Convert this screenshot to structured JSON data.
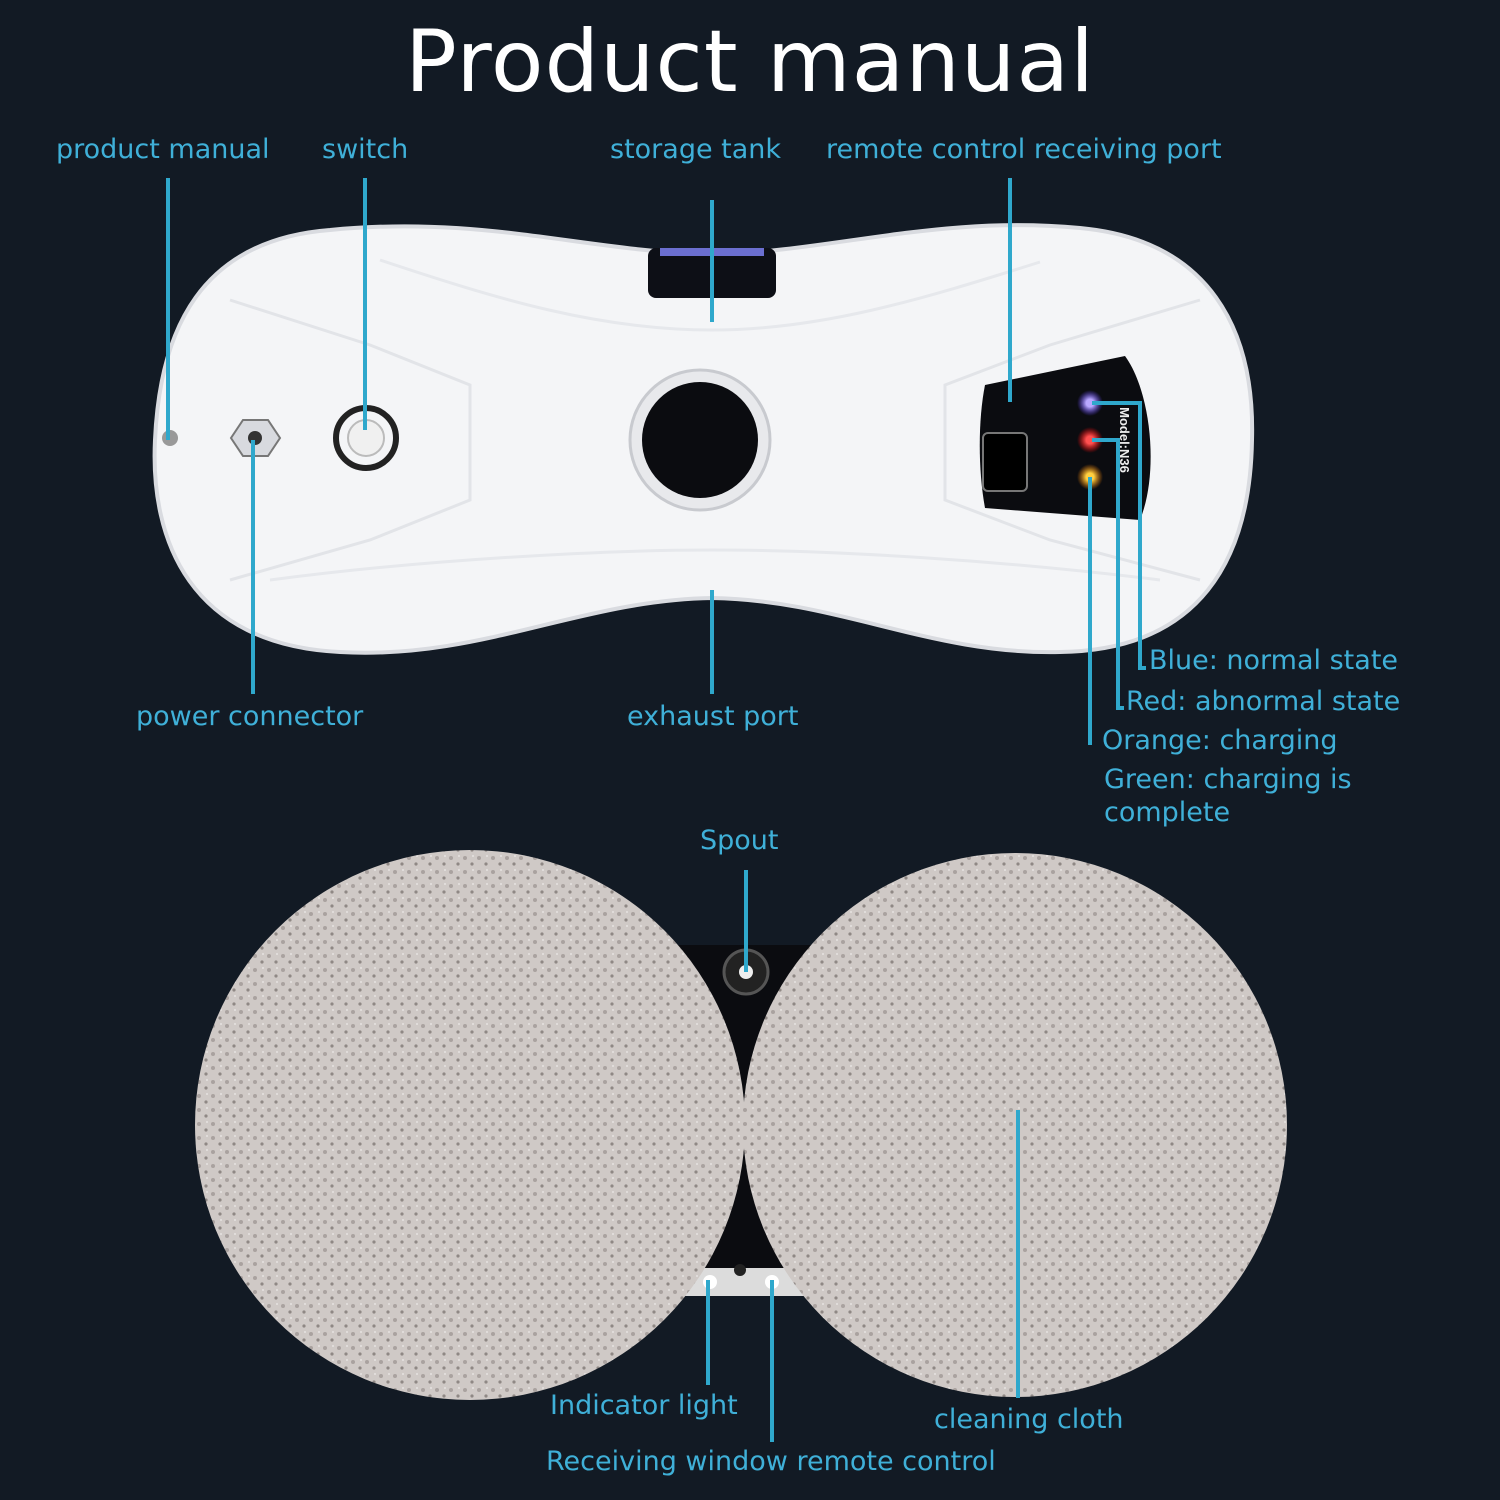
{
  "title": "Product manual",
  "model_label": "Model:N36",
  "colors": {
    "background": "#121a24",
    "label": "#3fb0d8",
    "leader_line": "#2fa8cc",
    "led_blue": "#8a6bff",
    "led_red": "#ff2a2a",
    "led_orange": "#ffb020"
  },
  "top_labels": {
    "product_manual": "product manual",
    "switch": "switch",
    "storage_tank": "storage tank",
    "remote_port": "remote control receiving port",
    "power_connector": "power connector",
    "exhaust_port": "exhaust port"
  },
  "indicator_states": {
    "blue": "Blue: normal state",
    "red": "Red: abnormal state",
    "orange": "Orange: charging",
    "green_line1": "Green: charging is",
    "green_line2": "complete"
  },
  "bottom_labels": {
    "spout": "Spout",
    "indicator_light": "Indicator light",
    "cleaning_cloth": "cleaning cloth",
    "receiving_window": "Receiving window remote control"
  }
}
